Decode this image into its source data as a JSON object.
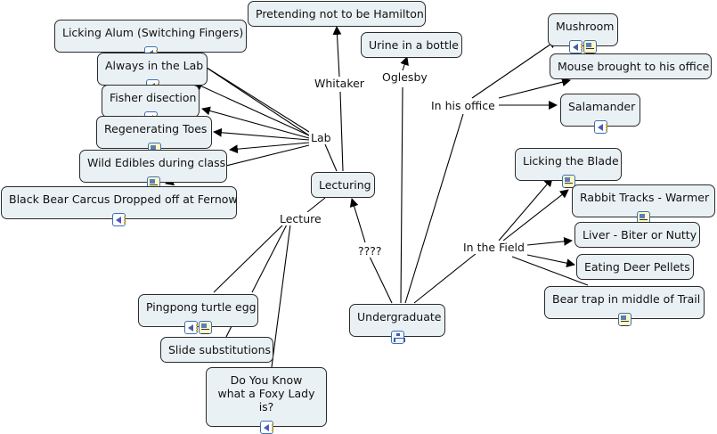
{
  "concept_map": {
    "nodes": [
      {
        "id": "hamilton",
        "label": "Pretending not to be Hamilton",
        "icons": []
      },
      {
        "id": "alum",
        "label": "Licking Alum (Switching Fingers)",
        "icons": [
          "audio"
        ]
      },
      {
        "id": "always_lab",
        "label": "Always in the Lab",
        "icons": [
          "audio"
        ]
      },
      {
        "id": "fisher",
        "label": "Fisher disection",
        "icons": [
          "audio"
        ]
      },
      {
        "id": "toes",
        "label": "Regenerating Toes",
        "icons": [
          "image"
        ]
      },
      {
        "id": "edibles",
        "label": "Wild Edibles during class",
        "icons": [
          "image"
        ]
      },
      {
        "id": "bear_carcus",
        "label": "Black Bear Carcus Dropped off at Fernow",
        "icons": [
          "audio"
        ]
      },
      {
        "id": "urine",
        "label": "Urine in a bottle",
        "icons": []
      },
      {
        "id": "lecturing",
        "label": "Lecturing",
        "icons": []
      },
      {
        "id": "mushroom",
        "label": "Mushroom",
        "icons": [
          "audio",
          "image"
        ]
      },
      {
        "id": "mouse",
        "label": "Mouse brought to his office",
        "icons": []
      },
      {
        "id": "salamander",
        "label": "Salamander",
        "icons": [
          "audio"
        ]
      },
      {
        "id": "blade",
        "label": "Licking the Blade",
        "icons": [
          "image"
        ]
      },
      {
        "id": "rabbit",
        "label": "Rabbit Tracks - Warmer",
        "icons": [
          "image"
        ]
      },
      {
        "id": "liver",
        "label": "Liver - Biter or Nutty",
        "icons": []
      },
      {
        "id": "pellets",
        "label": "Eating Deer Pellets",
        "icons": []
      },
      {
        "id": "beartrap",
        "label": "Bear trap in middle of Trail",
        "icons": [
          "image"
        ]
      },
      {
        "id": "pingpong",
        "label": "Pingpong turtle egg",
        "icons": [
          "audio",
          "image"
        ]
      },
      {
        "id": "slides",
        "label": "Slide substitutions",
        "icons": []
      },
      {
        "id": "foxy",
        "label": "Do You Know what a Foxy Lady is?",
        "icons": [
          "audio"
        ]
      },
      {
        "id": "undergrad",
        "label": "Undergraduate",
        "icons": [
          "submap"
        ]
      }
    ],
    "linking_phrases": [
      {
        "id": "whitaker",
        "label": "Whitaker"
      },
      {
        "id": "oglesby",
        "label": "Oglesby"
      },
      {
        "id": "lab",
        "label": "Lab"
      },
      {
        "id": "office",
        "label": "In his office"
      },
      {
        "id": "lecture",
        "label": "Lecture"
      },
      {
        "id": "qqq",
        "label": "????"
      },
      {
        "id": "field",
        "label": "In the Field"
      }
    ],
    "connections": [
      {
        "from": "undergrad",
        "via": "qqq",
        "to": "lecturing"
      },
      {
        "from": "undergrad",
        "via": "oglesby",
        "to": "urine"
      },
      {
        "from": "undergrad",
        "via": "office",
        "to": [
          "mushroom",
          "mouse",
          "salamander"
        ]
      },
      {
        "from": "undergrad",
        "via": "field",
        "to": [
          "blade",
          "rabbit",
          "liver",
          "pellets",
          "beartrap"
        ]
      },
      {
        "from": "lecturing",
        "via": "whitaker",
        "to": "hamilton"
      },
      {
        "from": "lecturing",
        "via": "lab",
        "to": [
          "alum",
          "always_lab",
          "fisher",
          "toes",
          "edibles",
          "bear_carcus"
        ]
      },
      {
        "from": "lecturing",
        "via": "lecture",
        "to": [
          "pingpong",
          "slides",
          "foxy"
        ]
      }
    ]
  }
}
